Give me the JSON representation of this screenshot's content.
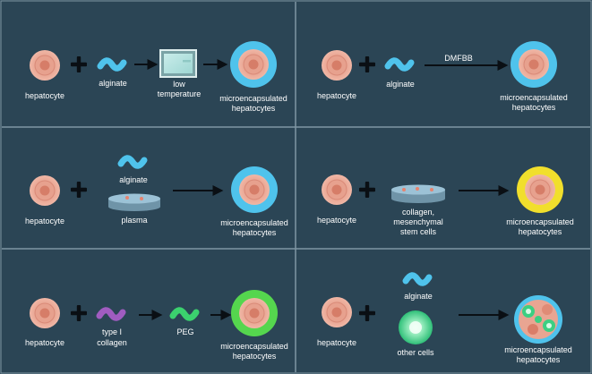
{
  "colors": {
    "background": "#2b4555",
    "divider": "#7f96a3",
    "cell_outer": "#e6a08e",
    "cell_inner": "#d98a78",
    "cell_nucleus": "#ce7762",
    "alginate_blue": "#4fc3ec",
    "collagen_purple": "#a05cc0",
    "peg_green": "#3bd16e",
    "yellow_shell": "#f1df2c",
    "green_shell": "#55d64e",
    "arrow": "#0a0f14"
  },
  "panels": [
    {
      "id": "p1",
      "labels": {
        "hepatocyte": "hepatocyte",
        "alginate": "alginate",
        "temp_line1": "low",
        "temp_line2": "temperature",
        "result_line1": "microencapsulated",
        "result_line2": "hepatocytes"
      }
    },
    {
      "id": "p2",
      "labels": {
        "hepatocyte": "hepatocyte",
        "alginate": "alginate",
        "arrow_label": "DMFBB",
        "result_line1": "microencapsulated",
        "result_line2": "hepatocytes"
      }
    },
    {
      "id": "p3",
      "labels": {
        "hepatocyte": "hepatocyte",
        "alginate": "alginate",
        "plasma": "plasma",
        "result_line1": "microencapsulated",
        "result_line2": "hepatocytes"
      }
    },
    {
      "id": "p4",
      "labels": {
        "hepatocyte": "hepatocyte",
        "collagen_line1": "collagen,",
        "collagen_line2": "mesenchymal",
        "collagen_line3": "stem cells",
        "result_line1": "microencapsulated",
        "result_line2": "hepatocytes"
      }
    },
    {
      "id": "p5",
      "labels": {
        "hepatocyte": "hepatocyte",
        "type1_line1": "type I",
        "type1_line2": "collagen",
        "peg": "PEG",
        "result_line1": "microencapsulated",
        "result_line2": "hepatocytes"
      }
    },
    {
      "id": "p6",
      "labels": {
        "hepatocyte": "hepatocyte",
        "alginate": "alginate",
        "other_cells": "other cells",
        "result_line1": "microencapsulated",
        "result_line2": "hepatocytes"
      }
    }
  ]
}
